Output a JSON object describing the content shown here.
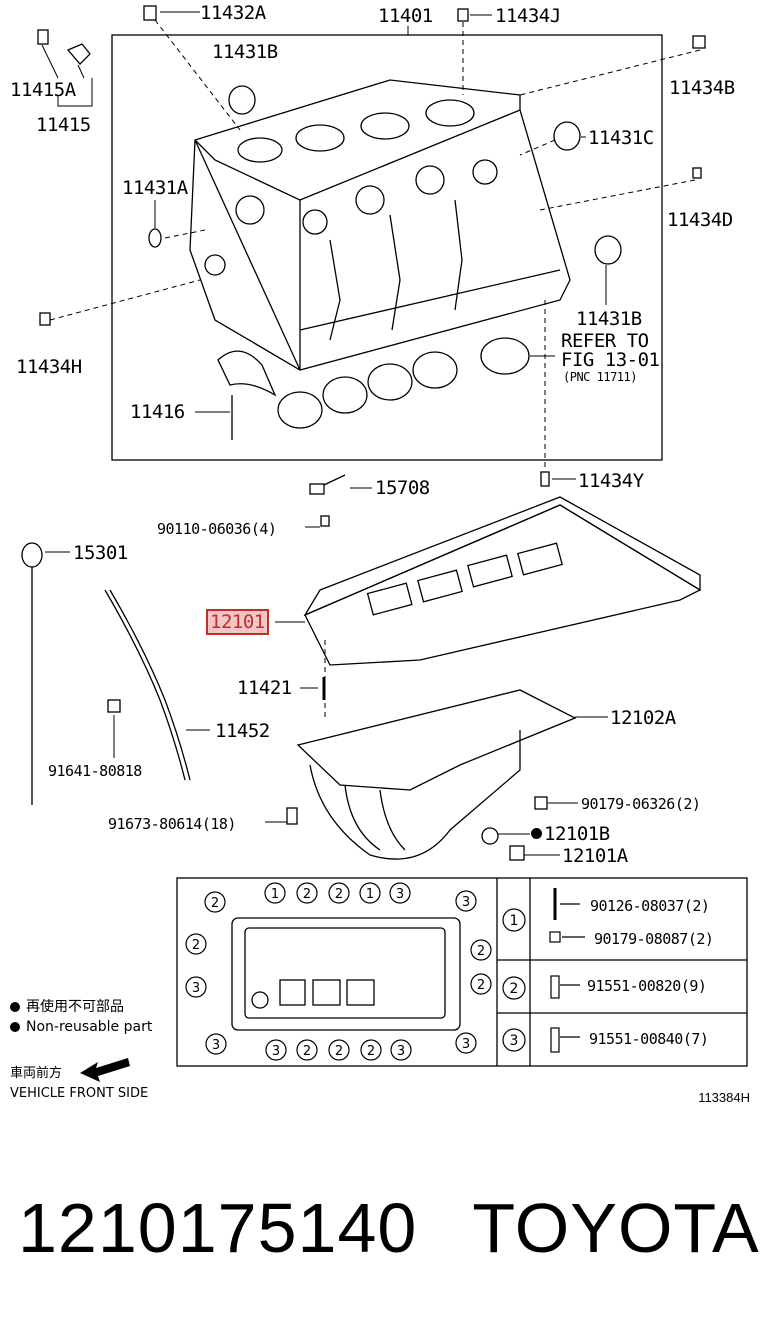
{
  "labels": {
    "p11432A": "11432A",
    "p11401": "11401",
    "p11434J": "11434J",
    "p11415A": "11415A",
    "p11415": "11415",
    "p11431B_top": "11431B",
    "p11434B": "11434B",
    "p11431C": "11431C",
    "p11431A": "11431A",
    "p11434D": "11434D",
    "p11434H": "11434H",
    "p11431B_right": "11431B",
    "refer1": "REFER TO",
    "refer2": "FIG 13-01",
    "refer3": "(PNC 11711)",
    "p11416": "11416",
    "p11434Y": "11434Y",
    "p15708": "15708",
    "p90110": "90110-06036(4)",
    "p15301": "15301",
    "p12101": "12101",
    "p11421": "11421",
    "p12102A": "12102A",
    "p11452": "11452",
    "p91641": "91641-80818",
    "p90179a": "90179-06326(2)",
    "p91673": "91673-80614(18)",
    "p12101B": "12101B",
    "p12101A": "12101A"
  },
  "bolt_table": [
    {
      "num": "1",
      "parts": [
        "90126-08037(2)",
        "90179-08087(2)"
      ]
    },
    {
      "num": "2",
      "parts": [
        "91551-00820(9)"
      ]
    },
    {
      "num": "3",
      "parts": [
        "91551-00840(7)"
      ]
    }
  ],
  "legend": {
    "nonreusable_jp": "再使用不可部品",
    "nonreusable_en": "Non-reusable part",
    "front_jp": "車両前方",
    "front_en": "VEHICLE FRONT SIDE"
  },
  "diagram_id": "113384H",
  "footer": {
    "part_number": "1210175140",
    "brand": "TOYOTA"
  },
  "highlight_color": "#c0302a"
}
